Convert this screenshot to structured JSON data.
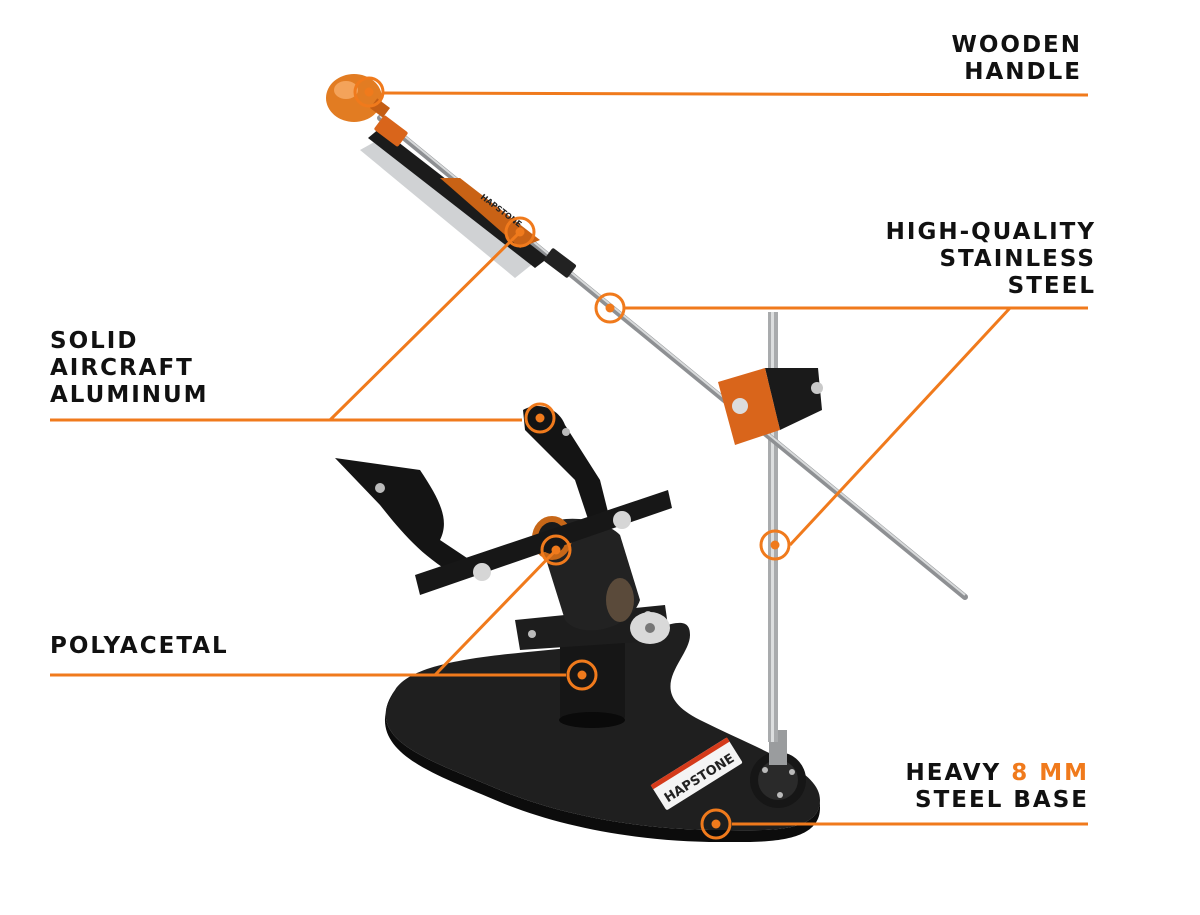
{
  "colors": {
    "accent": "#f07a1c",
    "text": "#111111",
    "metal_black": "#1c1c1c",
    "steel": "#a9abad",
    "background": "#ffffff"
  },
  "callouts": {
    "wooden_handle": {
      "lines": [
        "WOODEN",
        "HANDLE"
      ]
    },
    "stainless_steel": {
      "lines": [
        "HIGH-QUALITY",
        "STAINLESS",
        "STEEL"
      ]
    },
    "aluminum": {
      "lines": [
        "SOLID",
        "AIRCRAFT",
        "ALUMINUM"
      ]
    },
    "polyacetal": {
      "lines": [
        "POLYACETAL"
      ]
    },
    "base": {
      "line1_prefix": "HEAVY",
      "line1_highlight": "8 MM",
      "line2": "STEEL BASE"
    }
  },
  "product": {
    "brand_plate": "HAPSTONE",
    "handle_brand": "HAPSTONE"
  }
}
